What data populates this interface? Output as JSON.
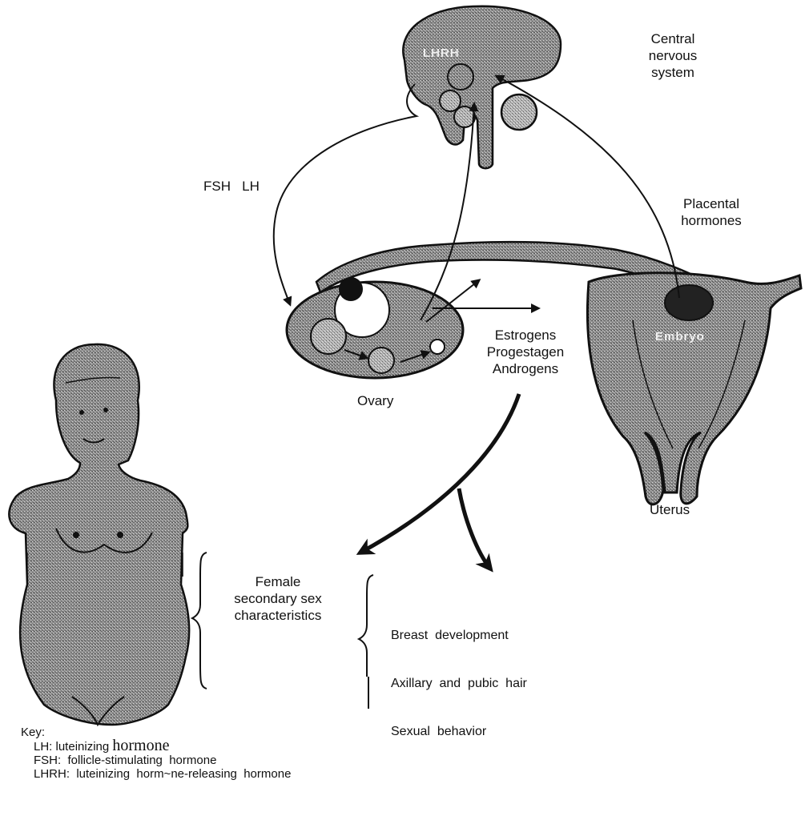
{
  "labels": {
    "cns": [
      "Central",
      "nervous",
      "system"
    ],
    "lhrh_on_brain": "LHRH",
    "gonadotropins": "FSH   LH",
    "placental": [
      "Placental",
      "hormones"
    ],
    "steroids": [
      "Estrogens",
      "Progestagen",
      "Androgens"
    ],
    "ovary": "Ovary",
    "embryo": "Embryo",
    "uterus": "Uterus",
    "female_secondary": [
      "Female",
      "secondary sex",
      "characteristics"
    ],
    "effects": [
      "Breast  development",
      "Axillary  and  pubic  hair",
      "Sexual  behavior"
    ]
  },
  "key": {
    "title": "Key:",
    "lh_prefix": "LH: luteinizing",
    "lh_word": "hormone",
    "fsh": "FSH:  follicle-stimulating  hormone",
    "lhrh": "LHRH:  luteinizing  horm~ne-releasing  hormone"
  }
}
